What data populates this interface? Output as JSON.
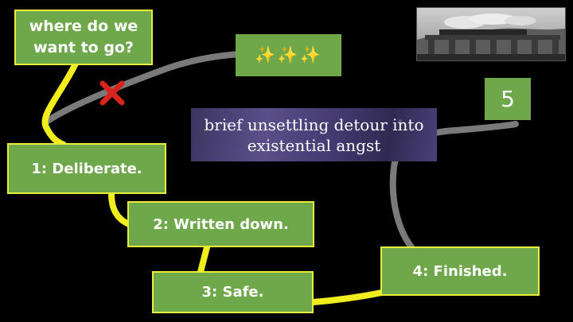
{
  "slide": {
    "goal_label": "where do we want to go?",
    "sparkles_label": "✨✨✨",
    "step5_label": "5",
    "detour_label": "brief unsettling detour into  existential angst",
    "steps": [
      {
        "label": "1: Deliberate."
      },
      {
        "label": "2: Written down."
      },
      {
        "label": "3: Safe."
      },
      {
        "label": "4: Finished."
      }
    ],
    "colors": {
      "box_fill": "#6ea84a",
      "box_border": "#e7ef3a",
      "route_done": "#f2ee1c",
      "route_pending": "#7a7a7a",
      "blocked_mark": "#d8231f"
    },
    "icons": {
      "blocked": "red-x-icon",
      "photo": "steam-train-viaduct-photo"
    }
  }
}
